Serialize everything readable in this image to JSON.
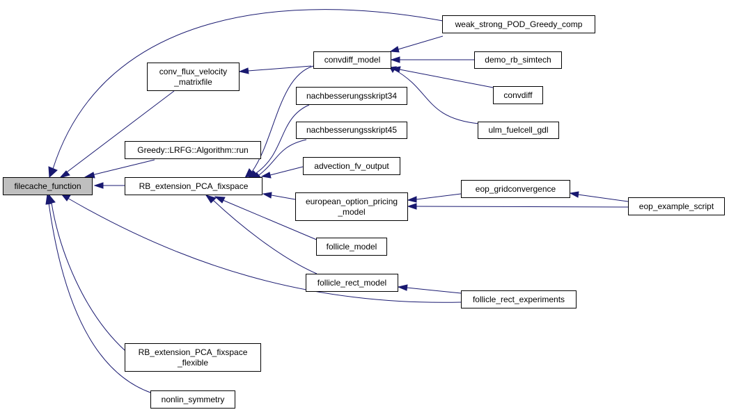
{
  "colors": {
    "edge": "#191970",
    "root_fill": "#bfbfbf",
    "node_fill": "#ffffff",
    "border": "#000000"
  },
  "nodes": {
    "filecache_function": {
      "lines": [
        "filecache_function"
      ]
    },
    "conv_flux_velocity": {
      "lines": [
        "conv_flux_velocity",
        "_matrixfile"
      ]
    },
    "greedy_lrfg": {
      "lines": [
        "Greedy::LRFG::Algorithm::run"
      ]
    },
    "rb_extension": {
      "lines": [
        "RB_extension_PCA_fixspace"
      ]
    },
    "rb_extension_flexible": {
      "lines": [
        "RB_extension_PCA_fixspace",
        "_flexible"
      ]
    },
    "nonlin_symmetry": {
      "lines": [
        "nonlin_symmetry"
      ]
    },
    "convdiff_model": {
      "lines": [
        "convdiff_model"
      ]
    },
    "nachbesserung34": {
      "lines": [
        "nachbesserungsskript34"
      ]
    },
    "nachbesserung45": {
      "lines": [
        "nachbesserungsskript45"
      ]
    },
    "advection_fv": {
      "lines": [
        "advection_fv_output"
      ]
    },
    "european_option": {
      "lines": [
        "european_option_pricing",
        "_model"
      ]
    },
    "follicle_model": {
      "lines": [
        "follicle_model"
      ]
    },
    "follicle_rect_model": {
      "lines": [
        "follicle_rect_model"
      ]
    },
    "weak_strong": {
      "lines": [
        "weak_strong_POD_Greedy_comp"
      ]
    },
    "demo_rb": {
      "lines": [
        "demo_rb_simtech"
      ]
    },
    "convdiff": {
      "lines": [
        "convdiff"
      ]
    },
    "ulm_fuelcell": {
      "lines": [
        "ulm_fuelcell_gdl"
      ]
    },
    "eop_gridconvergence": {
      "lines": [
        "eop_gridconvergence"
      ]
    },
    "eop_example": {
      "lines": [
        "eop_example_script"
      ]
    },
    "follicle_rect_experiments": {
      "lines": [
        "follicle_rect_experiments"
      ]
    }
  }
}
